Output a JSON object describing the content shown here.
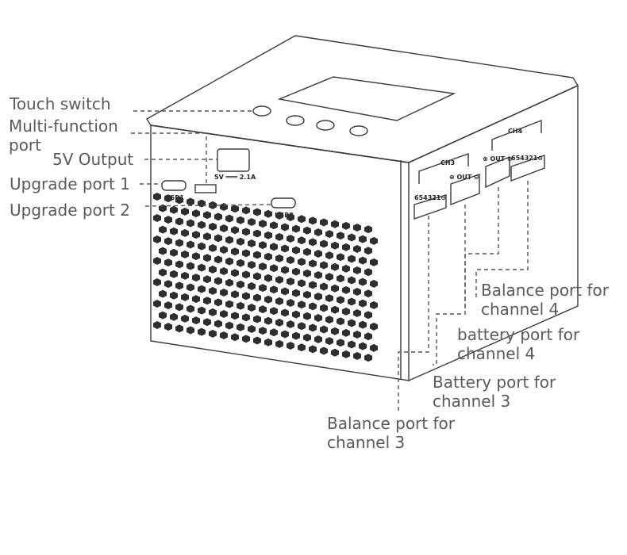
{
  "callouts": {
    "touch_switch": "Touch switch",
    "multi_function_line1": "Multi-function",
    "multi_function_line2": "port",
    "output_5v": "5V Output",
    "upgrade_port_1": "Upgrade port 1",
    "upgrade_port_2": "Upgrade port 2",
    "balance_ch4_line1": "Balance port for",
    "balance_ch4_line2": "channel 4",
    "battery_ch4_line1": "battery port for",
    "battery_ch4_line2": "channel 4",
    "battery_ch3_line1": "Battery port for",
    "battery_ch3_line2": "channel 3",
    "balance_ch3_line1": "Balance port for",
    "balance_ch3_line2": "channel 3"
  },
  "device_markings": {
    "usb_rating": "5V ═══ 2.1A",
    "usb1": "USB1",
    "usb2": "USB2",
    "ch3": "CH3",
    "ch4": "CH4",
    "balance_pins": "654321⊖",
    "out": "⊕ OUT ⊖"
  }
}
